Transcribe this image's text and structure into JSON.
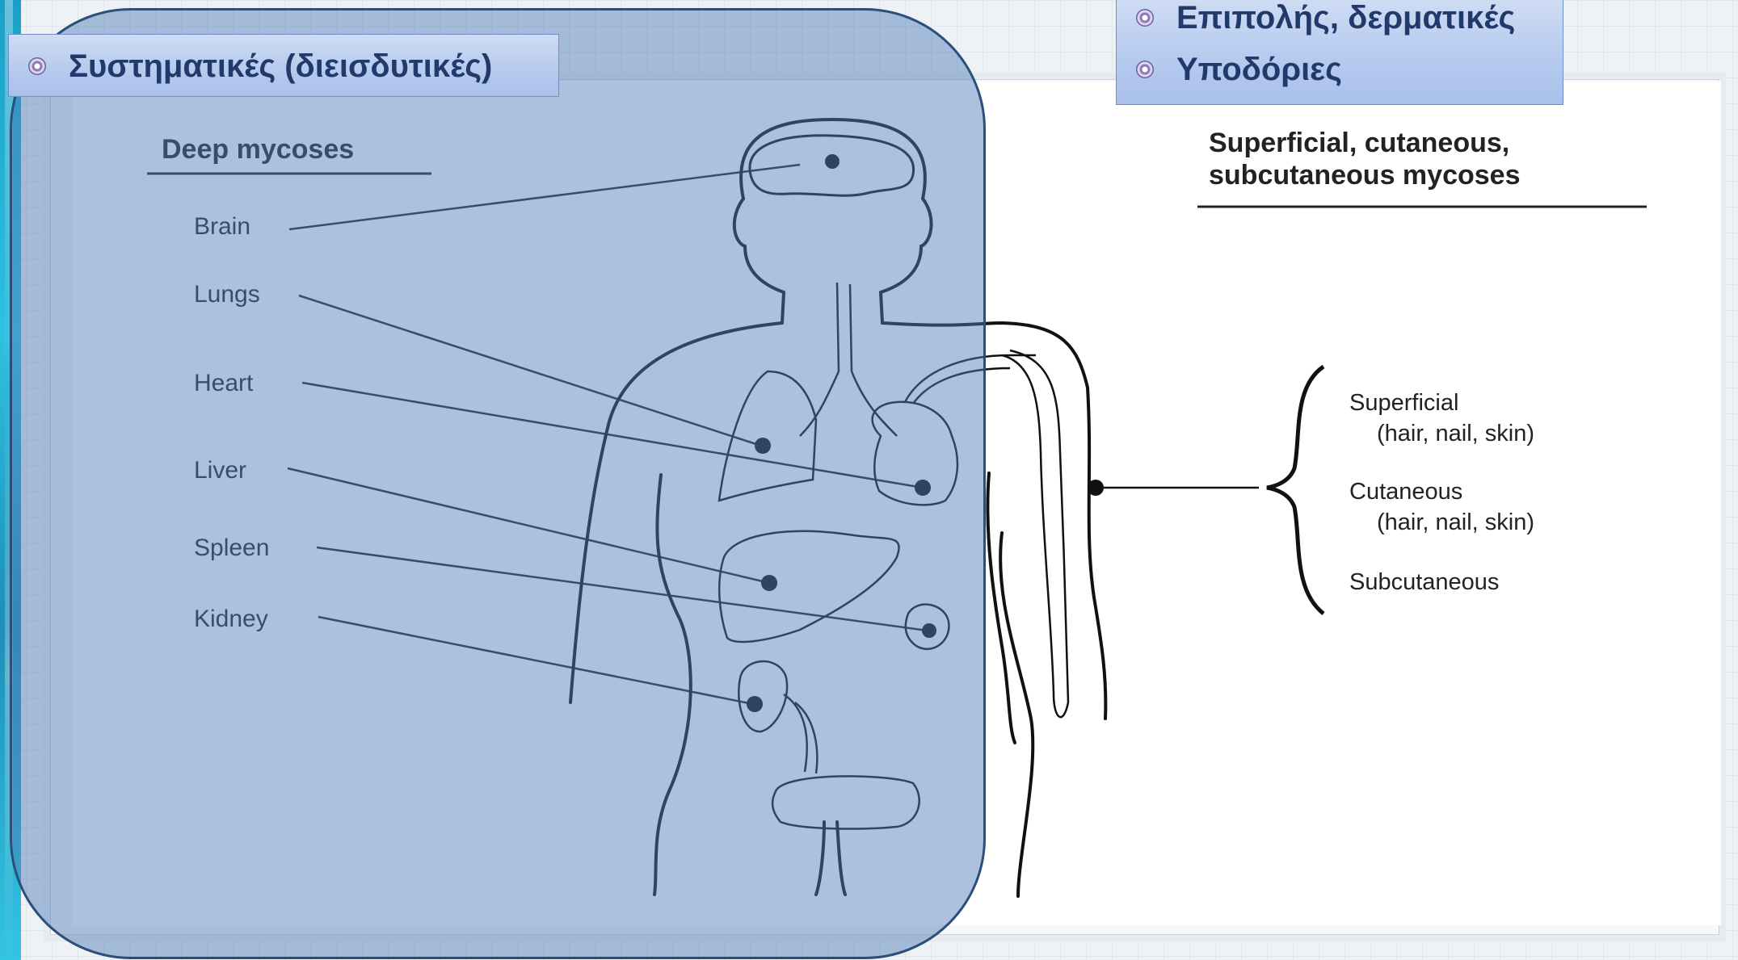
{
  "labels": {
    "systemic": "Συστηματικές (διεισδυτικές)",
    "superficial_cutaneous": "Επιπολής, δερματικές",
    "subcutaneous": "Υποδόριες"
  },
  "diagram": {
    "deep_title": "Deep mycoses",
    "organs": [
      "Brain",
      "Lungs",
      "Heart",
      "Liver",
      "Spleen",
      "Kidney"
    ],
    "superficial_title_line1": "Superficial, cutaneous,",
    "superficial_title_line2": "subcutaneous mycoses",
    "types": [
      {
        "name": "Superficial",
        "detail": "(hair, nail, skin)"
      },
      {
        "name": "Cutaneous",
        "detail": "(hair, nail, skin)"
      },
      {
        "name": "Subcutaneous",
        "detail": ""
      }
    ]
  },
  "colors": {
    "overlay": "#547db9",
    "label_text": "#213a6b",
    "left_accent": "#1aa0c8"
  }
}
